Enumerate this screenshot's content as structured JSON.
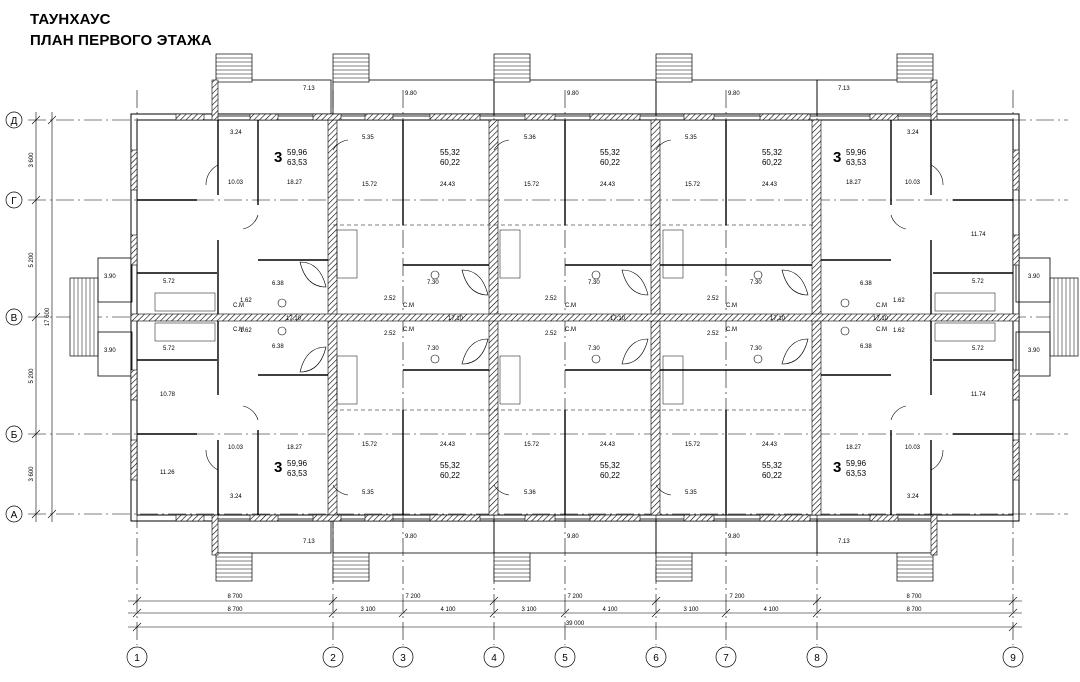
{
  "title": {
    "line1": "ТАУНХАУС",
    "line2": "ПЛАН ПЕРВОГО ЭТАЖА"
  },
  "axes": {
    "rows": [
      "Д",
      "Г",
      "В",
      "Б",
      "А"
    ],
    "columns": [
      "1",
      "2",
      "3",
      "4",
      "5",
      "6",
      "7",
      "8",
      "9"
    ]
  },
  "dimensions": {
    "left": [
      "3 600",
      "5 200",
      "17 600",
      "5 200",
      "3 600"
    ],
    "bottom_row1": [
      "8 700",
      "7 200",
      "7 200",
      "8 700"
    ],
    "bottom_row2": [
      "8 700",
      "3 100",
      "4 100",
      "3 100",
      "4 100",
      "3 100",
      "4 100",
      "8 700"
    ],
    "total": "39 000"
  },
  "apartments": [
    {
      "rooms": "3",
      "area": "59,96",
      "total": "63,53"
    },
    {
      "rooms": "",
      "area": "55,32",
      "total": "60,22"
    },
    {
      "rooms": "",
      "area": "55,32",
      "total": "60,22"
    },
    {
      "rooms": "",
      "area": "55,32",
      "total": "60,22"
    },
    {
      "rooms": "3",
      "area": "59,96",
      "total": "63,53"
    },
    {
      "rooms": "3",
      "area": "59,96",
      "total": "63,53"
    },
    {
      "rooms": "",
      "area": "55,32",
      "total": "60,22"
    },
    {
      "rooms": "",
      "area": "55,32",
      "total": "60,22"
    },
    {
      "rooms": "",
      "area": "55,32",
      "total": "60,22"
    },
    {
      "rooms": "3",
      "area": "59,96",
      "total": "63,53"
    }
  ],
  "room_areas": {
    "terrace_a": "7.13",
    "terrace_b": "9.80",
    "r324": "3.24",
    "r1003": "10.03",
    "r1827": "18.27",
    "r535": "5.35",
    "r536": "5.36",
    "r1572": "15.72",
    "r2443": "24.43",
    "r1174": "11.74",
    "r1078": "10.78",
    "r1126": "11.26",
    "r572": "5.72",
    "r638": "6.38",
    "r730": "7.30",
    "r252": "2.52",
    "r162": "1.62",
    "r390": "3.90",
    "sm": "С.М",
    "r1710": "17.10"
  }
}
